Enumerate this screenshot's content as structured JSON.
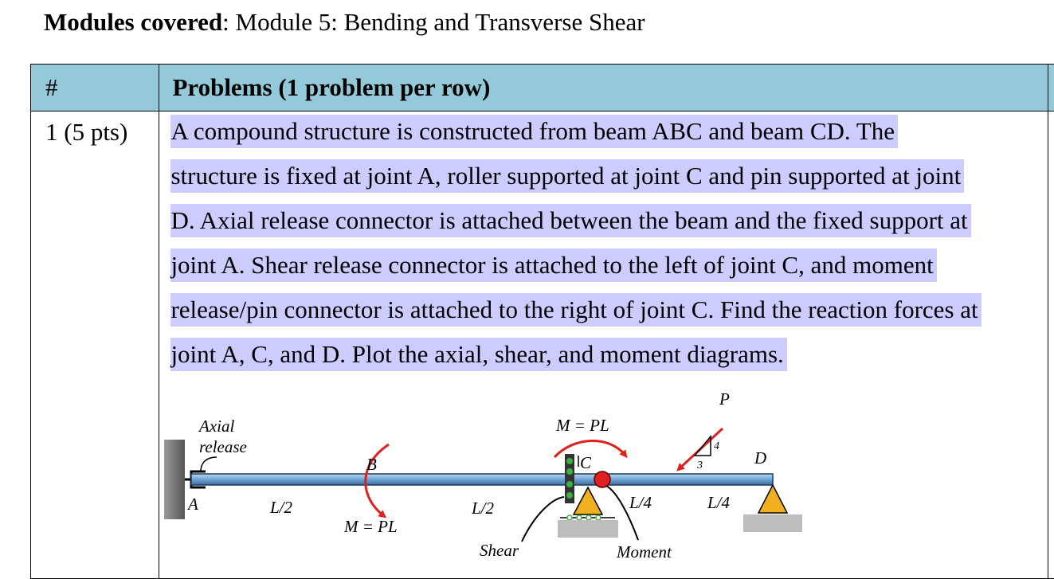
{
  "header": {
    "label": "Modules covered",
    "value": ": Module 5: Bending and Transverse Shear"
  },
  "table": {
    "col_num": "#",
    "col_problems": "Problems (1 problem per row)",
    "rows": [
      {
        "number": "1 (5 pts)",
        "lines": [
          "A compound structure is constructed from beam ABC and beam CD. The",
          "structure is fixed at joint A, roller supported at joint C and pin supported at joint",
          "D. Axial release connector is attached between the beam and the fixed support at",
          "joint A. Shear release connector is attached to the left of joint C, and moment",
          "release/pin connector is attached to the right of joint C. Find the reaction forces at",
          "joint A, C, and D. Plot the axial, shear, and moment diagrams."
        ]
      }
    ]
  },
  "figure": {
    "axial_label_1": "Axial",
    "axial_label_2": "release",
    "joint_a": "A",
    "joint_b": "B",
    "joint_c": "C",
    "joint_d": "D",
    "moment_top": "M = PL",
    "moment_bottom": "M = PL",
    "load": "P",
    "slope_vertical": "4",
    "slope_horizontal": "3",
    "span_1": "L/2",
    "span_2": "L/2",
    "span_3": "L/4",
    "span_4": "L/4",
    "shear_label": "Shear",
    "moment_label": "Moment"
  }
}
